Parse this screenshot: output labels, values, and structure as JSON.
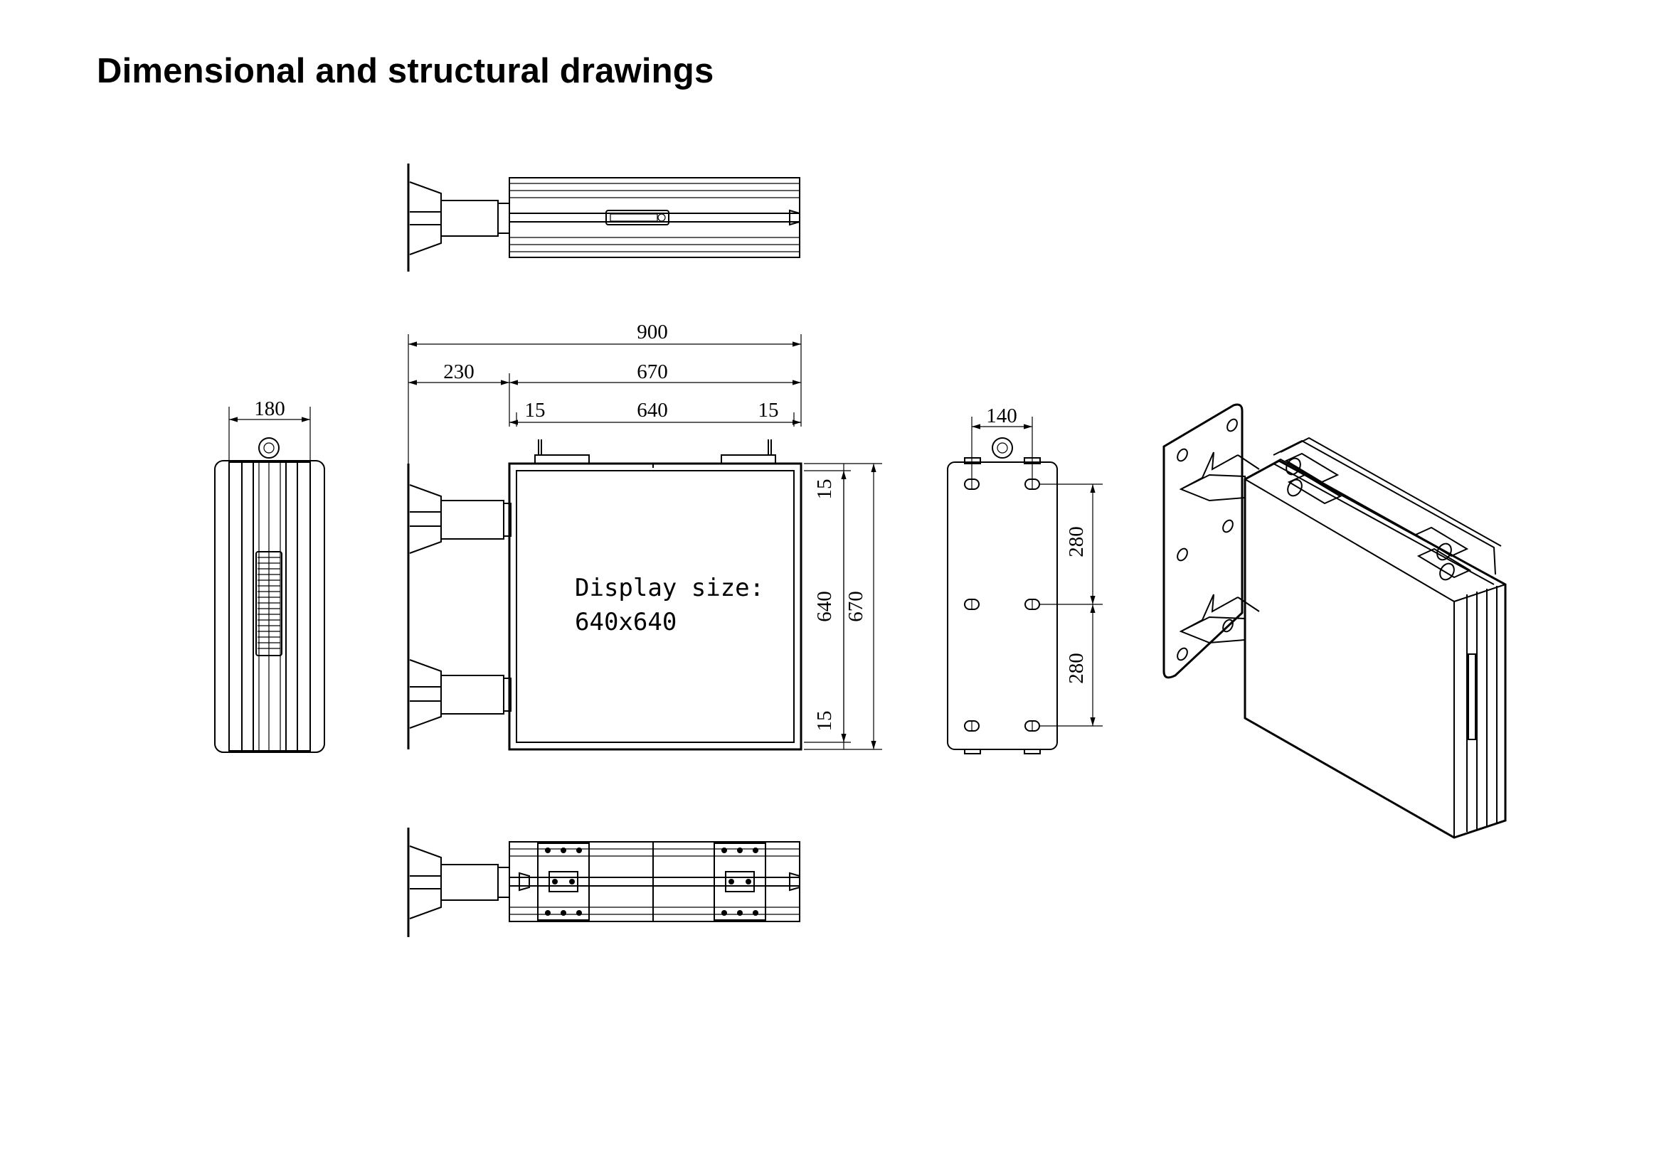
{
  "title": "Dimensional and structural drawings",
  "dimensions": {
    "overall_width": "900",
    "bracket_depth": "230",
    "cabinet_width": "670",
    "left_border": "15",
    "display_width": "640",
    "right_border": "15",
    "side_depth": "180",
    "cabinet_height": "670",
    "display_height": "640",
    "top_border": "15",
    "bottom_border": "15",
    "back_hole_spacing_h": "140",
    "back_hole_spacing_v1": "280",
    "back_hole_spacing_v2": "280"
  },
  "note": {
    "line1": "Display size:",
    "line2": "640x640"
  }
}
